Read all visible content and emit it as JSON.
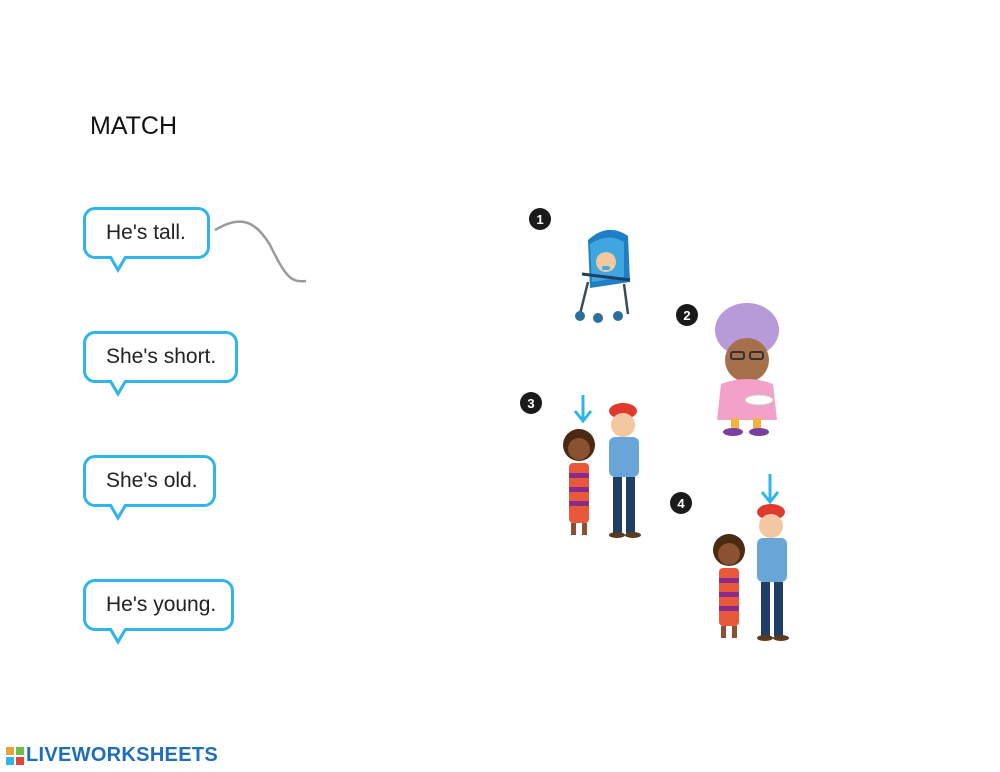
{
  "title": "MATCH",
  "phrases": [
    {
      "label": "He's tall."
    },
    {
      "label": "She's short."
    },
    {
      "label": "She's old."
    },
    {
      "label": "He's young."
    }
  ],
  "pictures": [
    {
      "number": "1",
      "icon": "baby-in-stroller-icon"
    },
    {
      "number": "2",
      "icon": "old-woman-icon"
    },
    {
      "number": "3",
      "icon": "short-girl-arrow-icon"
    },
    {
      "number": "4",
      "icon": "tall-boy-arrow-icon"
    }
  ],
  "footer": {
    "brand": "LIVEWORKSHEETS"
  },
  "colors": {
    "bubble_border": "#2fb5e8",
    "brand": "#1e6fb8",
    "arrow": "#2fb5e8"
  }
}
